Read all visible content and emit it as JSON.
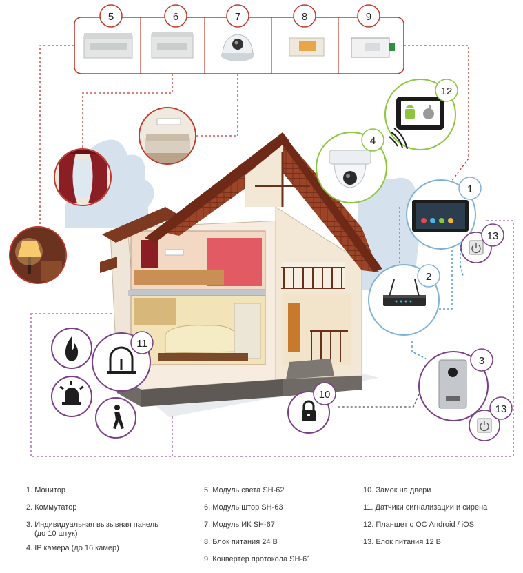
{
  "nodes": {
    "n1": {
      "label": "1"
    },
    "n2": {
      "label": "2"
    },
    "n3": {
      "label": "3"
    },
    "n4": {
      "label": "4"
    },
    "n5": {
      "label": "5"
    },
    "n6": {
      "label": "6"
    },
    "n7": {
      "label": "7"
    },
    "n8": {
      "label": "8"
    },
    "n9": {
      "label": "9"
    },
    "n10": {
      "label": "10"
    },
    "n11": {
      "label": "11"
    },
    "n12": {
      "label": "12"
    },
    "n13a": {
      "label": "13"
    },
    "n13b": {
      "label": "13"
    }
  },
  "legend": {
    "col1": [
      "1. Монитор",
      "2. Коммутатор",
      "3. Индивидуальная вызывная панель",
      "(до 10 штук)",
      "4. IP камера (до 16 камер)"
    ],
    "col2": [
      "5. Модуль света SH-62",
      "6. Модуль штор SH-63",
      "7. Модуль ИК SH-67",
      "8. Блок питания 24 В",
      "9. Конвертер протокола SH-61"
    ],
    "col3": [
      "10. Замок на двери",
      "11. Датчики сигнализации и сирена",
      "12. Планшет с ОС Android / iOS",
      "13. Блок питания 12 В"
    ]
  },
  "colors": {
    "red_accent": "#c0392b",
    "green_ring": "#8cc63f",
    "blue_ring": "#7fb2d9",
    "violet_ring": "#7a3f86",
    "roof": "#8a3a22"
  }
}
